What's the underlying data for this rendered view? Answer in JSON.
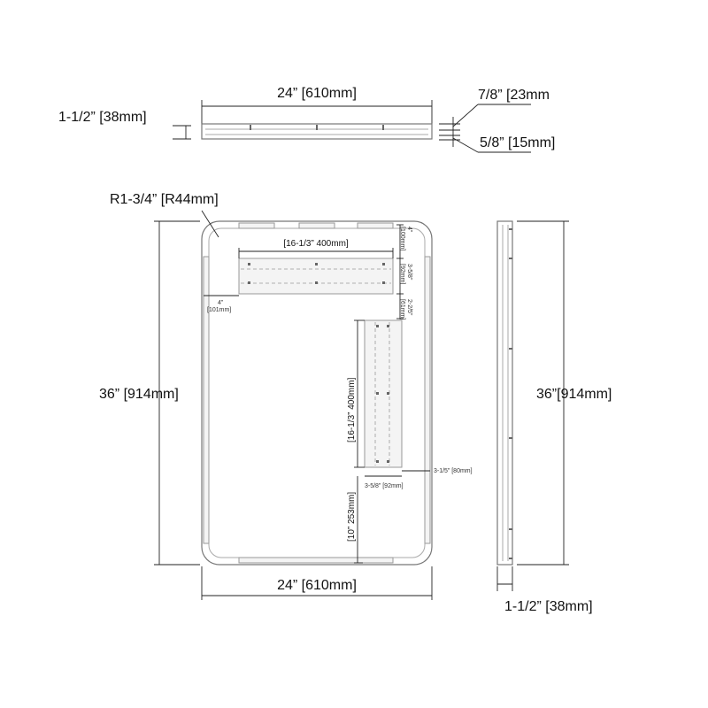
{
  "top_view": {
    "width_label": "24” [610mm]",
    "depth_label": "1-1/2” [38mm]",
    "lip_top_label": "7/8” [23mm",
    "lip_bottom_label": "5/8” [15mm]"
  },
  "front_view": {
    "radius_label": "R1-3/4” [R44mm]",
    "height_label": "36” [914mm]",
    "width_label": "24” [610mm]",
    "horizontal_span_label": "[16-1/3” 400mm]",
    "vertical_span_label": "[16-1/3” 400mm]",
    "left_offset_label": "4”",
    "left_offset_mm_label": "[101mm]",
    "top_offset_label": "4”",
    "top_offset_mm_label": "[100mm]",
    "plate_height_label": "3-5/8”",
    "plate_height_mm_label": "[92mm]",
    "gap_label": "2-2/5”",
    "gap_mm_label": "[61mm]",
    "vplate_width_label": "3-5/8” [92mm]",
    "vplate_offset_label": "3-1/5” [80mm]",
    "bottom_offset_label": "[10” 253mm]"
  },
  "side_view": {
    "height_label": "36”[914mm]",
    "depth_label": "1-1/2” [38mm]"
  }
}
